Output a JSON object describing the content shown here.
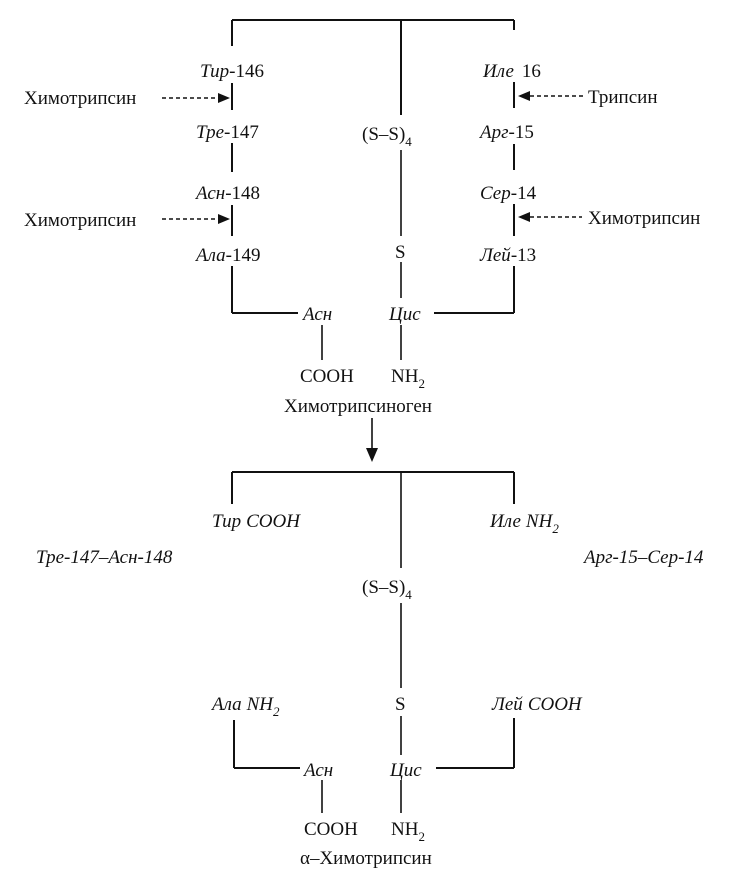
{
  "zymogen": {
    "left_chain": [
      {
        "residue": "Тир",
        "number": "-146"
      },
      {
        "residue": "Тре",
        "number": "-147"
      },
      {
        "residue": "Асн",
        "number": "-148"
      },
      {
        "residue": "Ала",
        "number": "-149"
      }
    ],
    "right_chain": [
      {
        "residue": "Иле",
        "number": "16"
      },
      {
        "residue": "Арг",
        "number": "-15"
      },
      {
        "residue": "Сер",
        "number": "-14"
      },
      {
        "residue": "Лей",
        "number": "-13"
      }
    ],
    "disulfide": "(S–S)",
    "disulfide_sub": "4",
    "sulfur": "S",
    "c_term_residue": "Асн",
    "cys_residue": "Цис",
    "cooh": "COOH",
    "nh2": "NH",
    "nh2_sub": "2",
    "name": "Химотрипсиноген"
  },
  "cleavage_enzymes": {
    "left_upper": "Химотрипсин",
    "left_lower": "Химотрипсин",
    "right_upper": "Трипсин",
    "right_lower": "Химотрипсин"
  },
  "product": {
    "tir_residue": "Тир",
    "tir_group": "COOH",
    "ile_residue": "Иле",
    "ile_group": "NH",
    "ile_group_sub": "2",
    "released_left": "Тре-147–Асн-148",
    "released_right": "Арг-15–Сер-14",
    "disulfide": "(S–S)",
    "disulfide_sub": "4",
    "sulfur": "S",
    "ala_residue": "Ала",
    "ala_group": "NH",
    "ala_group_sub": "2",
    "ley_residue": "Лей",
    "ley_group": "COOH",
    "c_term_residue": "Асн",
    "cys_residue": "Цис",
    "cooh": "COOH",
    "nh2": "NH",
    "nh2_sub": "2",
    "name": "α–Химотрипсин"
  }
}
